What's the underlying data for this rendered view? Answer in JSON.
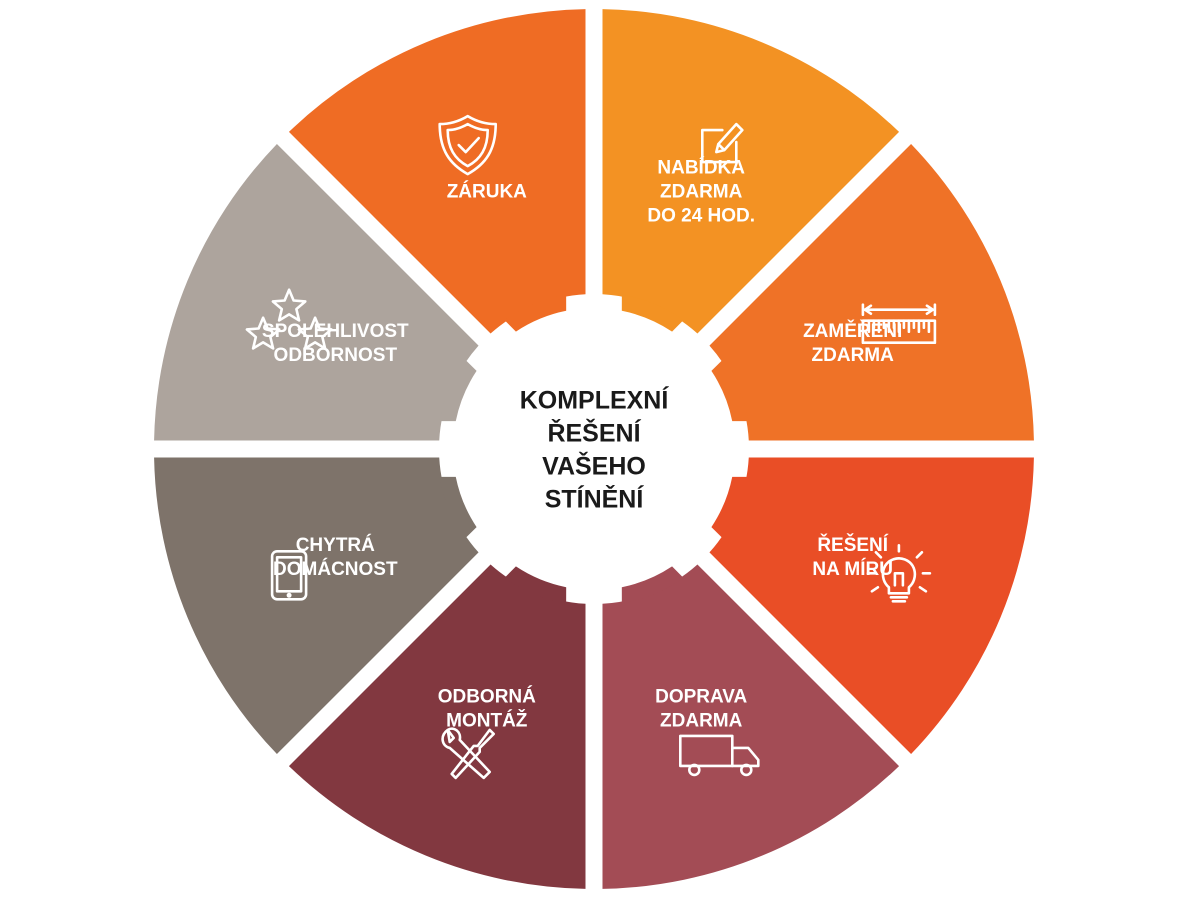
{
  "center": {
    "lines": [
      "KOMPLEXNÍ",
      "ŘEŠENÍ",
      "VAŠEHO",
      "STÍNĚNÍ"
    ]
  },
  "segments": [
    {
      "lines": [
        "NABÍDKA",
        "ZDARMA",
        "DO 24 HOD."
      ],
      "icon": "edit-document-icon",
      "color": "#f39223"
    },
    {
      "lines": [
        "ZAMĚŘENÍ",
        "ZDARMA"
      ],
      "icon": "ruler-measure-icon",
      "color": "#ef7227"
    },
    {
      "lines": [
        "ŘEŠENÍ",
        "NA MÍRU"
      ],
      "icon": "lightbulb-icon",
      "color": "#e94e26"
    },
    {
      "lines": [
        "DOPRAVA",
        "ZDARMA"
      ],
      "icon": "delivery-truck-icon",
      "color": "#a34c55"
    },
    {
      "lines": [
        "ODBORNÁ",
        "MONTÁŽ"
      ],
      "icon": "wrench-screwdriver-icon",
      "color": "#823840"
    },
    {
      "lines": [
        "CHYTRÁ",
        "DOMÁCNOST"
      ],
      "icon": "tablet-icon",
      "color": "#7e736a"
    },
    {
      "lines": [
        "SPOLEHLIVOST",
        "ODBORNOST"
      ],
      "icon": "stars-icon",
      "color": "#ada49d"
    },
    {
      "lines": [
        "ZÁRUKA"
      ],
      "icon": "shield-check-icon",
      "color": "#ef6c24"
    }
  ]
}
